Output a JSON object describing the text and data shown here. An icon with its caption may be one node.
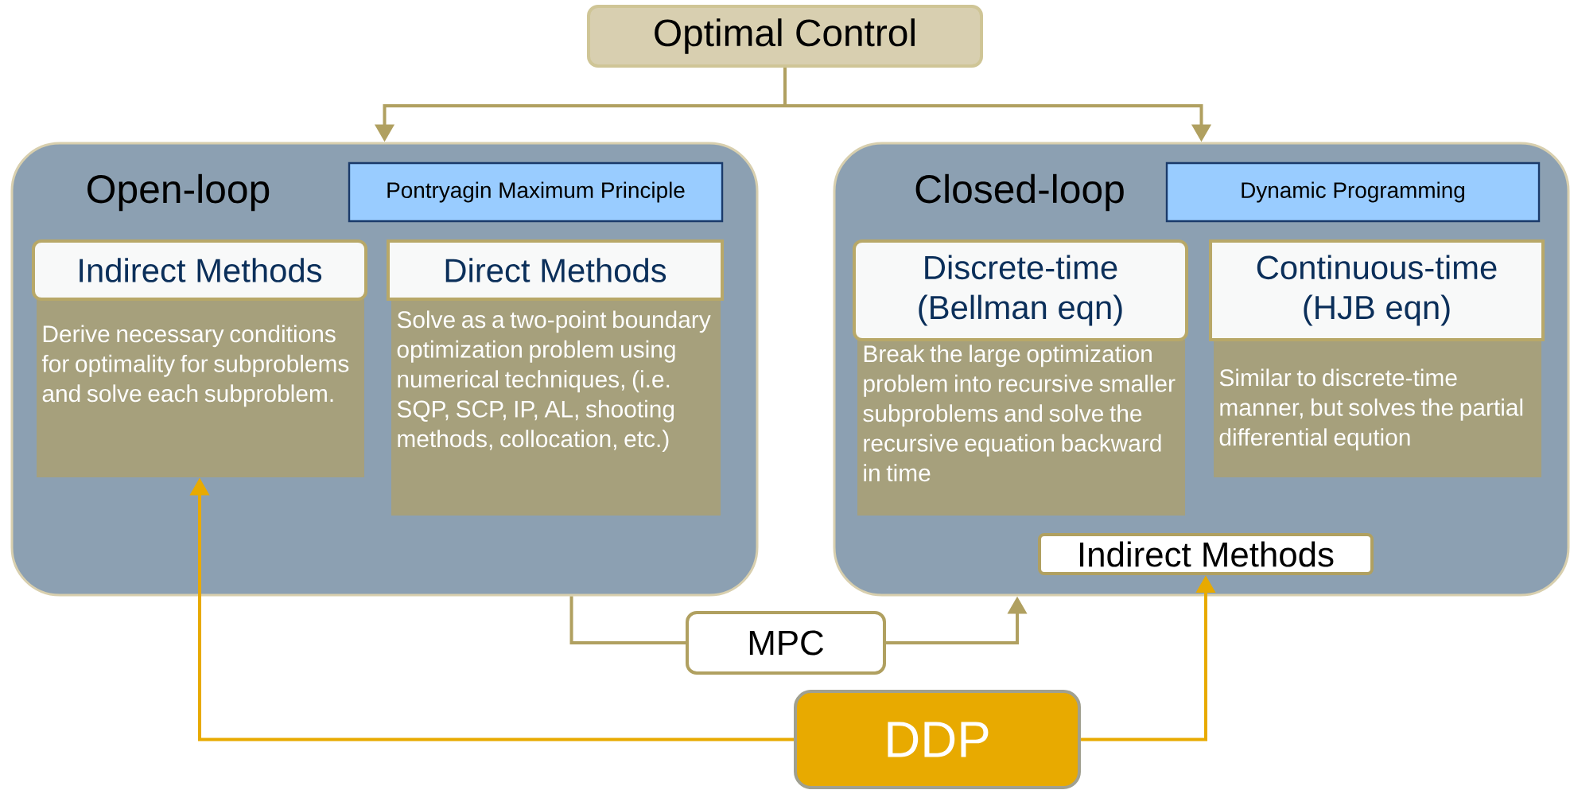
{
  "diagram": {
    "nodes": [
      {
        "text": [
          "Optimal Control"
        ]
      },
      {
        "text": [
          "Open-loop"
        ]
      },
      {
        "text": [
          "Pontryagin Maximum Principle"
        ],
        "in": 1
      },
      {
        "text": [
          "Indirect Methods",
          "Derive necessary conditions for optimality for subproblems and solve each subproblem."
        ],
        "in": 1
      },
      {
        "text": [
          "Direct Methods",
          "Solve as a two-point boundary optimization problem using numerical techniques, (i.e. SQP, SCP, IP, AL, shooting methods, collocation, etc.)"
        ],
        "in": 1
      },
      {
        "text": [
          "Closed-loop"
        ]
      },
      {
        "text": [
          "Dynamic Programming"
        ],
        "in": 5
      },
      {
        "text": [
          "Discrete-time (Bellman eqn)",
          "Break the large optimization problem into recursive smaller subproblems and solve the recursive equation backward in time"
        ],
        "in": 5
      },
      {
        "text": [
          "Continuous-time (HJB eqn)",
          "Similar to discrete-time manner, but solves the partial differential eqution"
        ],
        "in": 5
      },
      {
        "text": [
          "Indirect Methods"
        ],
        "in": 5
      },
      {
        "text": [
          "MPC"
        ]
      },
      {
        "text": [
          "DDP"
        ]
      }
    ],
    "edges": [
      {
        "from": 0,
        "to": 1,
        "arrow": "to"
      },
      {
        "from": 0,
        "to": 5,
        "arrow": "to"
      },
      {
        "from": 1,
        "to": 10,
        "arrow": "none"
      },
      {
        "from": 10,
        "to": 5,
        "arrow": "to"
      },
      {
        "from": 11,
        "to": 3,
        "arrow": "to",
        "color": "#e8aa00"
      },
      {
        "from": 11,
        "to": 9,
        "arrow": "to",
        "color": "#e8aa00"
      }
    ]
  }
}
